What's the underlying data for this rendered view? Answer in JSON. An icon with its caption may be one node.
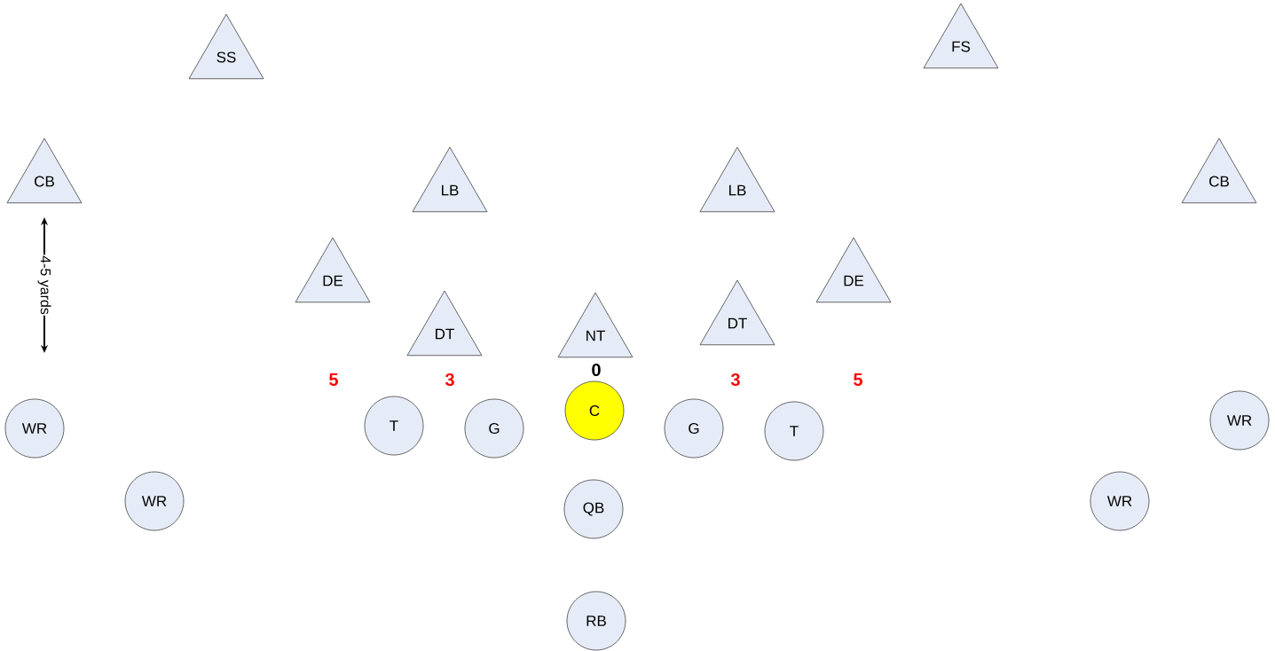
{
  "diagram": {
    "nodes": [
      {
        "text": [
          "SS"
        ]
      },
      {
        "text": [
          "FS"
        ]
      },
      {
        "text": [
          "CB"
        ]
      },
      {
        "text": [
          "LB"
        ]
      },
      {
        "text": [
          "LB"
        ]
      },
      {
        "text": [
          "CB"
        ]
      },
      {
        "text": [
          "DE"
        ]
      },
      {
        "text": [
          "DE"
        ]
      },
      {
        "text": [
          "DT"
        ]
      },
      {
        "text": [
          "NT"
        ]
      },
      {
        "text": [
          "DT"
        ]
      },
      {
        "text": [
          "WR"
        ]
      },
      {
        "text": [
          "T"
        ]
      },
      {
        "text": [
          "G"
        ]
      },
      {
        "text": [
          "C"
        ]
      },
      {
        "text": [
          "G"
        ]
      },
      {
        "text": [
          "T"
        ]
      },
      {
        "text": [
          "WR"
        ]
      },
      {
        "text": [
          "WR"
        ]
      },
      {
        "text": [
          "WR"
        ]
      },
      {
        "text": [
          "QB"
        ]
      },
      {
        "text": [
          "RB"
        ]
      }
    ],
    "labels": [
      "4-5 yards",
      "0",
      "5",
      "3",
      "3",
      "5"
    ]
  }
}
